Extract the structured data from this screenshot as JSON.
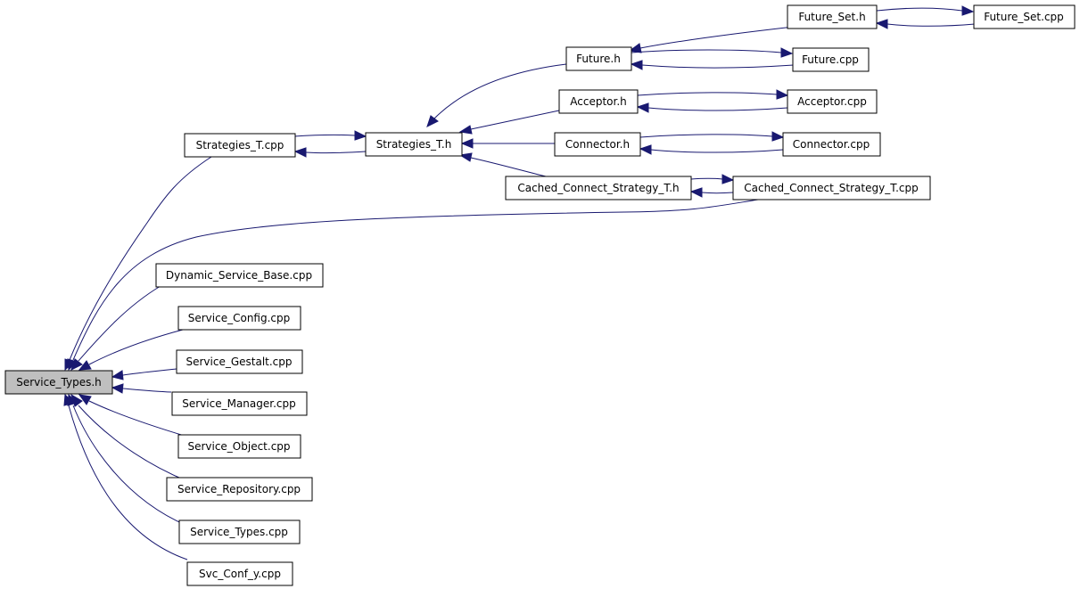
{
  "graph": {
    "edge_color": "#191970",
    "root_fill": "#bfbfbf",
    "nodes": {
      "service_types_h": "Service_Types.h",
      "strategies_t_cpp": "Strategies_T.cpp",
      "strategies_t_h": "Strategies_T.h",
      "future_h": "Future.h",
      "future_set_h": "Future_Set.h",
      "future_set_cpp": "Future_Set.cpp",
      "future_cpp": "Future.cpp",
      "acceptor_h": "Acceptor.h",
      "acceptor_cpp": "Acceptor.cpp",
      "connector_h": "Connector.h",
      "connector_cpp": "Connector.cpp",
      "cached_connect_strategy_t_h": "Cached_Connect_Strategy_T.h",
      "cached_connect_strategy_t_cpp": "Cached_Connect_Strategy_T.cpp",
      "dynamic_service_base_cpp": "Dynamic_Service_Base.cpp",
      "service_config_cpp": "Service_Config.cpp",
      "service_gestalt_cpp": "Service_Gestalt.cpp",
      "service_manager_cpp": "Service_Manager.cpp",
      "service_object_cpp": "Service_Object.cpp",
      "service_repository_cpp": "Service_Repository.cpp",
      "service_types_cpp": "Service_Types.cpp",
      "svc_conf_y_cpp": "Svc_Conf_y.cpp"
    },
    "edges": [
      {
        "from": "strategies_t_cpp",
        "to": "service_types_h"
      },
      {
        "from": "cached_connect_strategy_t_cpp",
        "to": "service_types_h"
      },
      {
        "from": "dynamic_service_base_cpp",
        "to": "service_types_h"
      },
      {
        "from": "service_config_cpp",
        "to": "service_types_h"
      },
      {
        "from": "service_gestalt_cpp",
        "to": "service_types_h"
      },
      {
        "from": "service_manager_cpp",
        "to": "service_types_h"
      },
      {
        "from": "service_object_cpp",
        "to": "service_types_h"
      },
      {
        "from": "service_repository_cpp",
        "to": "service_types_h"
      },
      {
        "from": "service_types_cpp",
        "to": "service_types_h"
      },
      {
        "from": "svc_conf_y_cpp",
        "to": "service_types_h"
      },
      {
        "from": "strategies_t_h",
        "to": "strategies_t_cpp"
      },
      {
        "from": "strategies_t_cpp",
        "to": "strategies_t_h"
      },
      {
        "from": "future_h",
        "to": "strategies_t_h"
      },
      {
        "from": "acceptor_h",
        "to": "strategies_t_h"
      },
      {
        "from": "connector_h",
        "to": "strategies_t_h"
      },
      {
        "from": "cached_connect_strategy_t_h",
        "to": "strategies_t_h"
      },
      {
        "from": "future_set_h",
        "to": "future_h"
      },
      {
        "from": "future_cpp",
        "to": "future_h"
      },
      {
        "from": "future_h",
        "to": "future_cpp"
      },
      {
        "from": "future_set_h",
        "to": "future_set_cpp"
      },
      {
        "from": "future_set_cpp",
        "to": "future_set_h"
      },
      {
        "from": "acceptor_h",
        "to": "acceptor_cpp"
      },
      {
        "from": "acceptor_cpp",
        "to": "acceptor_h"
      },
      {
        "from": "connector_h",
        "to": "connector_cpp"
      },
      {
        "from": "connector_cpp",
        "to": "connector_h"
      },
      {
        "from": "cached_connect_strategy_t_h",
        "to": "cached_connect_strategy_t_cpp"
      },
      {
        "from": "cached_connect_strategy_t_cpp",
        "to": "cached_connect_strategy_t_h"
      }
    ]
  }
}
